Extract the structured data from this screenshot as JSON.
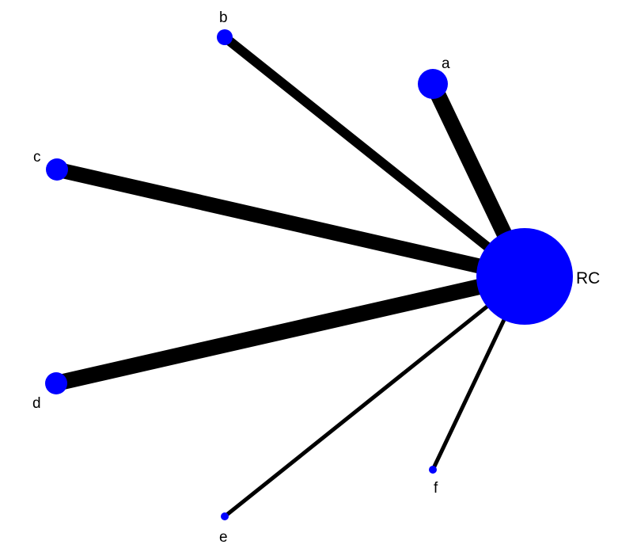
{
  "diagram": {
    "type": "network",
    "colors": {
      "node": "#0000ff",
      "edge": "#000000",
      "label": "#000000",
      "background": "#ffffff"
    },
    "nodes": [
      {
        "id": "RC",
        "label": "RC"
      },
      {
        "id": "a",
        "label": "a"
      },
      {
        "id": "b",
        "label": "b"
      },
      {
        "id": "c",
        "label": "c"
      },
      {
        "id": "d",
        "label": "d"
      },
      {
        "id": "e",
        "label": "e"
      },
      {
        "id": "f",
        "label": "f"
      }
    ],
    "edges": [
      {
        "source": "RC",
        "target": "a"
      },
      {
        "source": "RC",
        "target": "b"
      },
      {
        "source": "RC",
        "target": "c"
      },
      {
        "source": "RC",
        "target": "d"
      },
      {
        "source": "RC",
        "target": "e"
      },
      {
        "source": "RC",
        "target": "f"
      }
    ]
  }
}
